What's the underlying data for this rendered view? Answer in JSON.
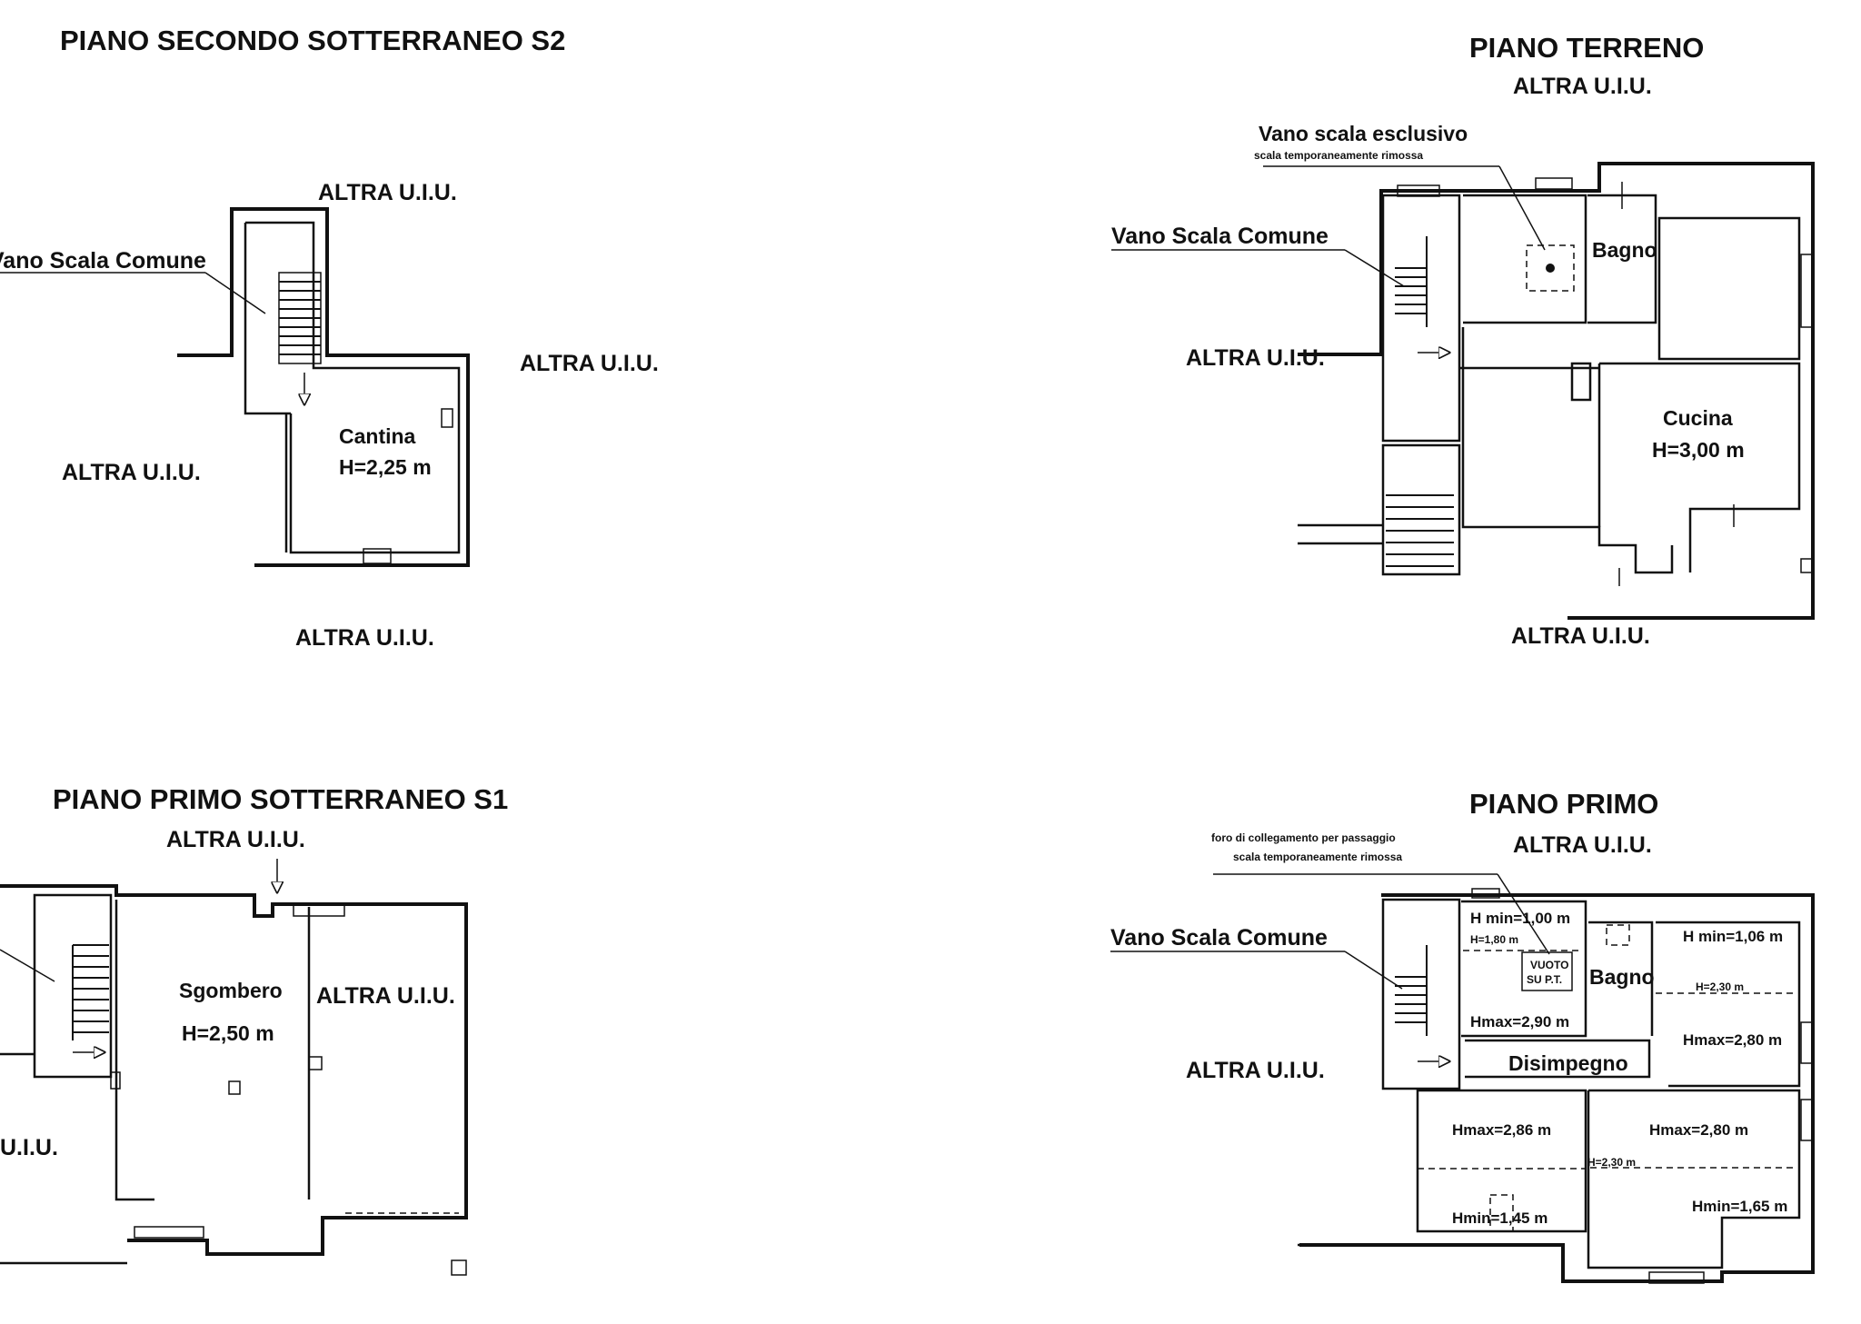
{
  "plans": {
    "s2": {
      "title": "PIANO SECONDO SOTTERRANEO S2",
      "labels": {
        "top": "ALTRA U.I.U.",
        "right": "ALTRA U.I.U.",
        "left": "ALTRA U.I.U.",
        "bottom": "ALTRA U.I.U.",
        "stair": "Vano Scala Comune"
      },
      "rooms": {
        "cantina_name": "Cantina",
        "cantina_height": "H=2,25 m"
      }
    },
    "terreno": {
      "title": "PIANO TERRENO",
      "labels": {
        "top": "ALTRA U.I.U.",
        "left": "ALTRA U.I.U.",
        "bottom": "ALTRA U.I.U.",
        "stair_common": "Vano Scala Comune",
        "stair_exclusive": "Vano scala esclusivo",
        "stair_exclusive_note": "scala temporaneamente rimossa"
      },
      "rooms": {
        "bagno": "Bagno",
        "cucina_name": "Cucina",
        "cucina_height": "H=3,00 m"
      }
    },
    "s1": {
      "title": "PIANO PRIMO SOTTERRANEO S1",
      "labels": {
        "top": "ALTRA U.I.U.",
        "inner": "ALTRA U.I.U.",
        "left": "U.I.U."
      },
      "rooms": {
        "sgombero_name": "Sgombero",
        "sgombero_height": "H=2,50 m"
      }
    },
    "primo": {
      "title": "PIANO PRIMO",
      "labels": {
        "top": "ALTRA U.I.U.",
        "left": "ALTRA U.I.U.",
        "stair_common": "Vano Scala Comune",
        "hole_note_1": "foro di collegamento per passaggio",
        "hole_note_2": "scala temporaneamente rimossa",
        "void_1": "VUOTO",
        "void_2": "SU P.T."
      },
      "rooms": {
        "bagno": "Bagno",
        "disimpegno": "Disimpegno",
        "tl_hmin": "H min=1,00 m",
        "tl_h": "H=1,80 m",
        "tl_hmax": "Hmax=2,90 m",
        "tr_hmin": "H min=1,06 m",
        "tr_h": "H=2,30 m",
        "tr_hmax": "Hmax=2,80 m",
        "bl_hmax": "Hmax=2,86 m",
        "bl_hmin": "Hmin=1,45 m",
        "br_hmax": "Hmax=2,80 m",
        "br_h": "H=2,30 m",
        "br_hmin": "Hmin=1,65 m"
      }
    }
  }
}
